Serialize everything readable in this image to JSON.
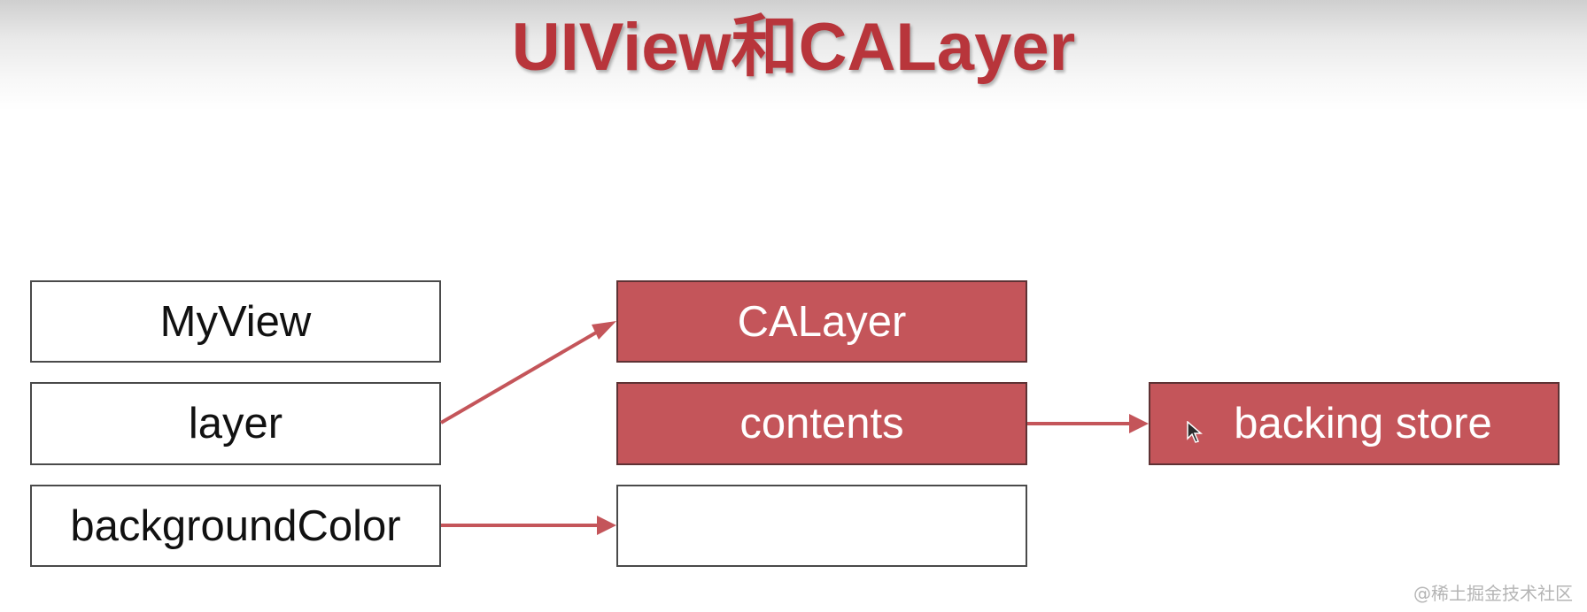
{
  "title": "UIView和CALayer",
  "left_column": {
    "myview": "MyView",
    "layer": "layer",
    "background_color": "backgroundColor"
  },
  "middle_column": {
    "calayer": "CALayer",
    "contents": "contents",
    "empty": ""
  },
  "right_column": {
    "backing_store": "backing store"
  },
  "watermark": "@稀土掘金技术社区",
  "colors": {
    "title": "#b8353b",
    "red_box": "#c4555a",
    "arrow": "#c4555a"
  },
  "connections": [
    {
      "from": "layer",
      "to": "CALayer"
    },
    {
      "from": "backgroundColor",
      "to": "empty"
    },
    {
      "from": "contents",
      "to": "backing store"
    }
  ]
}
